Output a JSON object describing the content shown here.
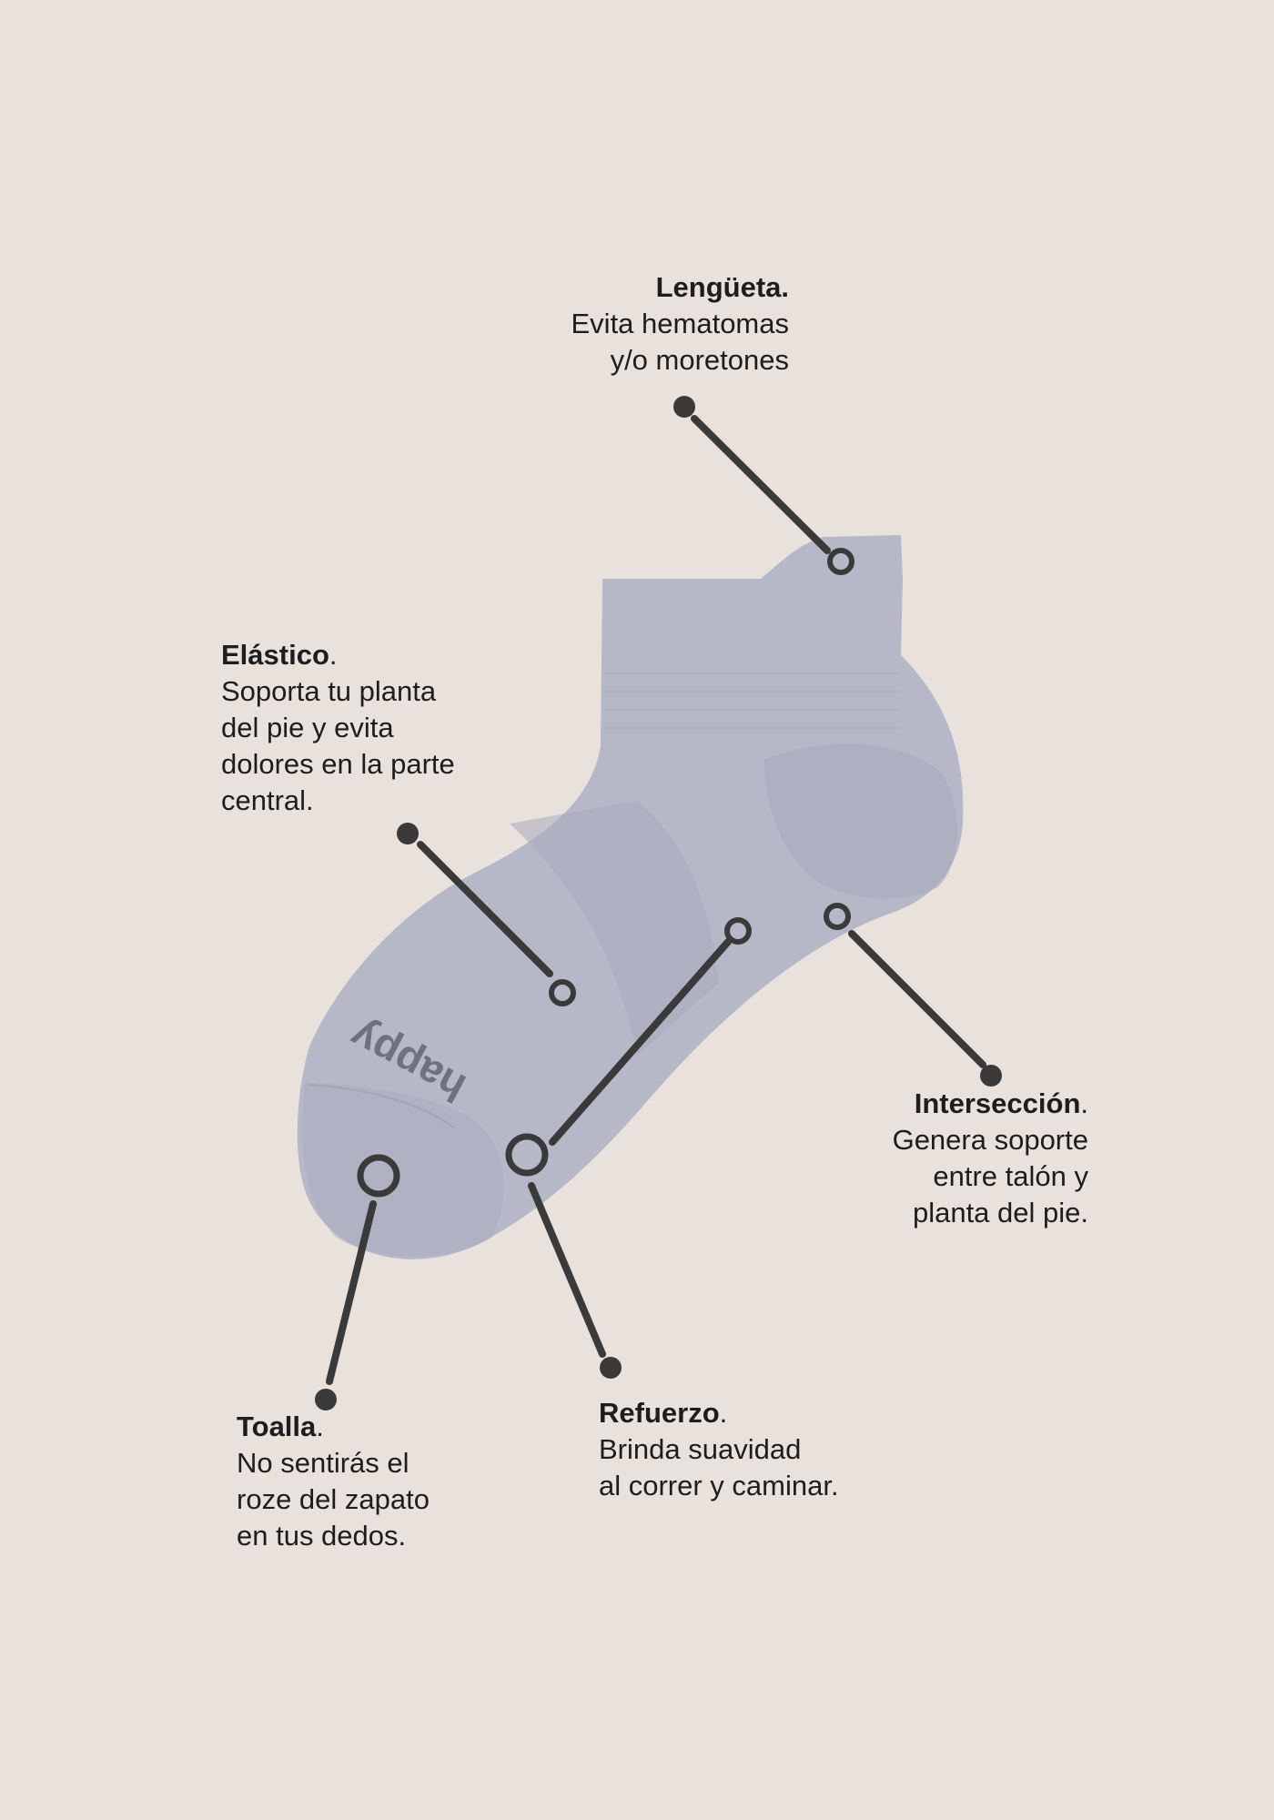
{
  "brand": "happy",
  "callouts": {
    "lengueta": {
      "title": "Lengüeta.",
      "lines": [
        "Evita hematomas",
        "y/o moretones"
      ]
    },
    "elastico": {
      "title": "Elástico",
      "dot": ".",
      "lines": [
        "Soporta tu planta",
        "del pie y evita",
        "dolores en la parte",
        "central."
      ]
    },
    "interseccion": {
      "title": "Intersección",
      "dot": ".",
      "lines": [
        "Genera soporte",
        "entre talón y",
        "planta del pie."
      ]
    },
    "toalla": {
      "title": "Toalla",
      "dot": ".",
      "lines": [
        "No sentirás el",
        "roze del zapato",
        "en tus dedos."
      ]
    },
    "refuerzo": {
      "title": "Refuerzo",
      "dot": ".",
      "lines": [
        "Brinda suavidad",
        "al correr y caminar."
      ]
    }
  },
  "colors": {
    "background": "#e9e1dc",
    "sock": "#b6b8c8",
    "sock_shade": "#a9abbd",
    "line": "#3a3a3a",
    "text": "#1d1d1d"
  }
}
